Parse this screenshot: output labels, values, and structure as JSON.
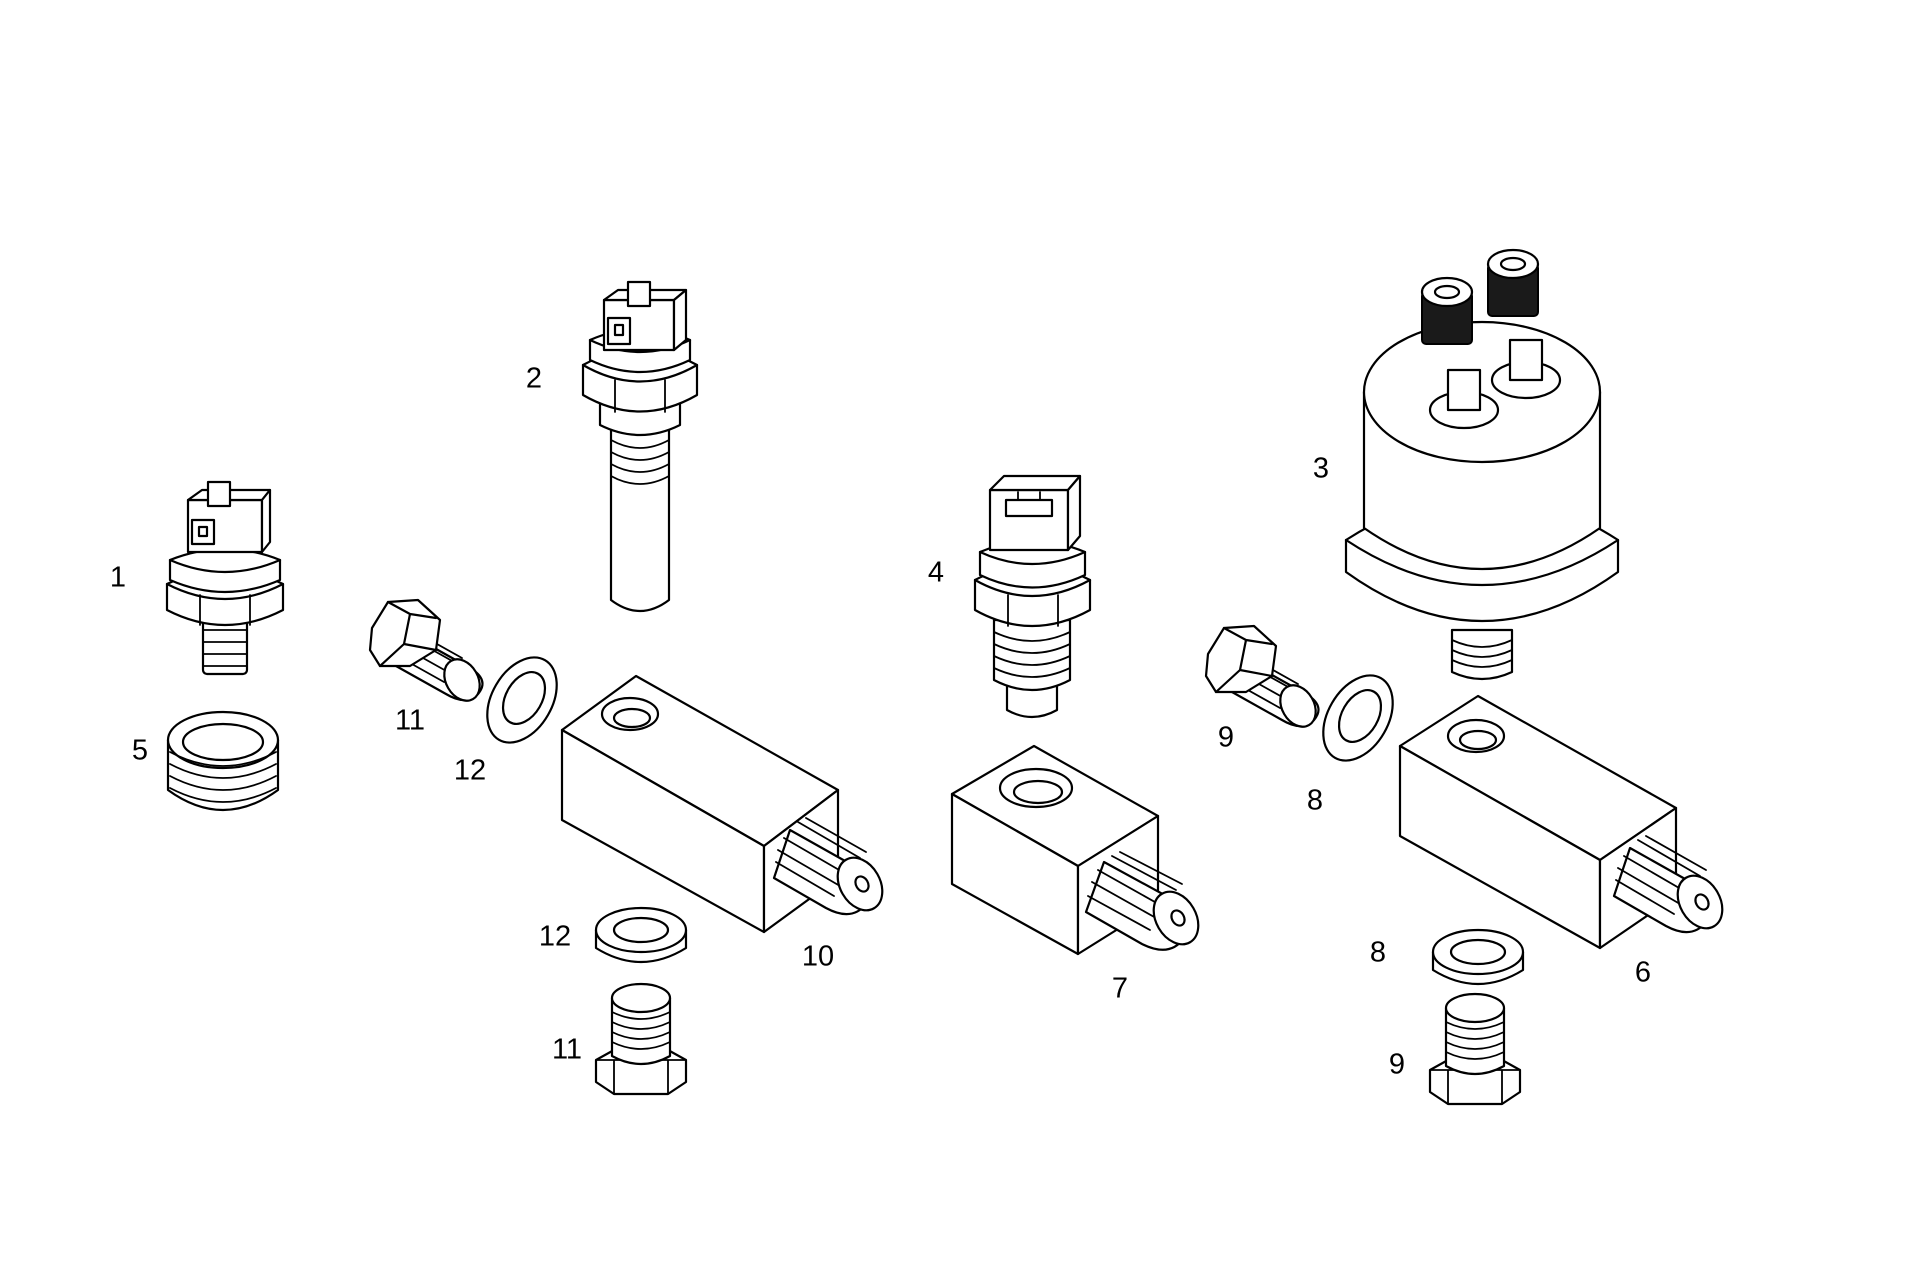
{
  "callouts": [
    {
      "id": "c1",
      "text": "1"
    },
    {
      "id": "c2",
      "text": "2"
    },
    {
      "id": "c3",
      "text": "3"
    },
    {
      "id": "c4",
      "text": "4"
    },
    {
      "id": "c5",
      "text": "5"
    },
    {
      "id": "c6",
      "text": "6"
    },
    {
      "id": "c7",
      "text": "7"
    },
    {
      "id": "c8a",
      "text": "8"
    },
    {
      "id": "c8b",
      "text": "8"
    },
    {
      "id": "c9a",
      "text": "9"
    },
    {
      "id": "c9b",
      "text": "9"
    },
    {
      "id": "c10",
      "text": "10"
    },
    {
      "id": "c11a",
      "text": "11"
    },
    {
      "id": "c11b",
      "text": "11"
    },
    {
      "id": "c12a",
      "text": "12"
    },
    {
      "id": "c12b",
      "text": "12"
    }
  ]
}
